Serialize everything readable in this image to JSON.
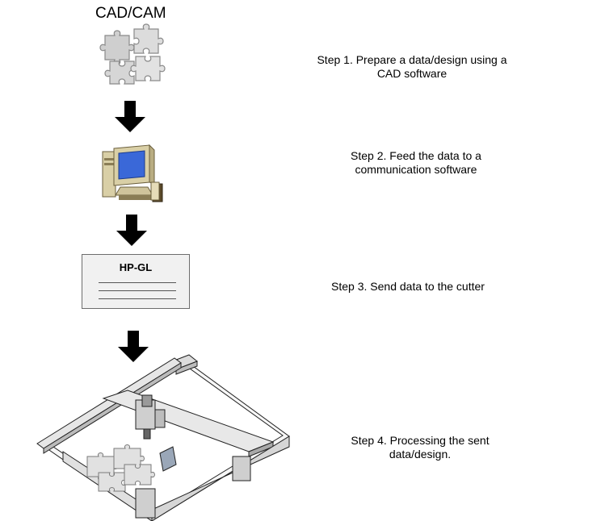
{
  "header": {
    "title": "CAD/CAM"
  },
  "steps": [
    {
      "text_line1": "Step 1. Prepare a data/design using a",
      "text_line2": "CAD software"
    },
    {
      "text_line1": "Step 2. Feed the data to a",
      "text_line2": "communication software"
    },
    {
      "text_line1": "Step 3. Send data to the cutter",
      "text_line2": ""
    },
    {
      "text_line1": "Step 4. Processing the sent",
      "text_line2": "data/design."
    }
  ],
  "document": {
    "label": "HP-GL"
  },
  "colors": {
    "arrow": "#000000",
    "puzzle_fill": "#cfcfcf",
    "puzzle_stroke": "#8a8a8a",
    "screen": "#3a68d8",
    "monitor": "#d9cfa6"
  }
}
